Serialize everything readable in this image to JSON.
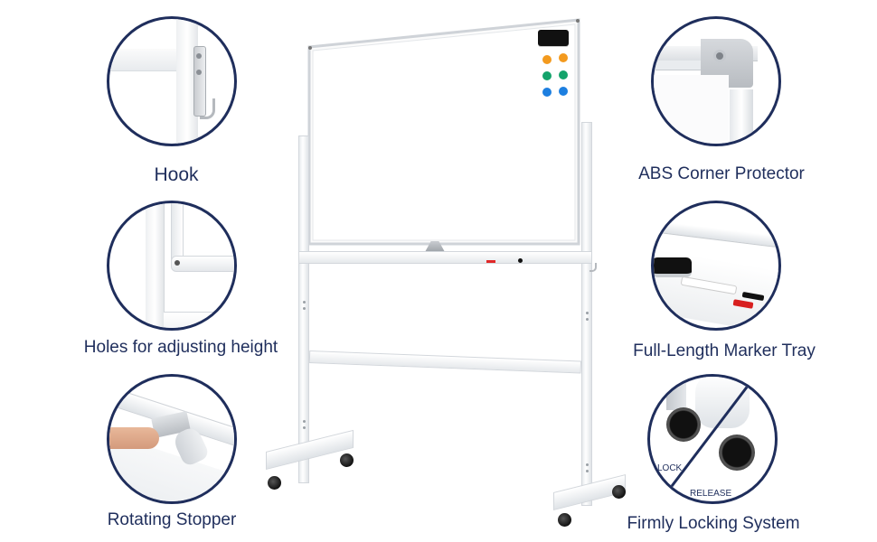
{
  "features": [
    {
      "id": "hook",
      "label": "Hook"
    },
    {
      "id": "holes",
      "label": "Holes for adjusting height"
    },
    {
      "id": "stopper",
      "label": "Rotating Stopper"
    },
    {
      "id": "corner",
      "label": "ABS Corner Protector"
    },
    {
      "id": "tray",
      "label": "Full-Length Marker Tray"
    },
    {
      "id": "locking",
      "label": "Firmly Locking System",
      "sublabels": {
        "lock": "LOCK",
        "release": "RELEASE"
      }
    }
  ],
  "colors": {
    "accent": "#1f2e5c",
    "magnets": [
      "#f39a1e",
      "#14a36b",
      "#1d7fe0"
    ],
    "frame": "#d3d7dc"
  }
}
